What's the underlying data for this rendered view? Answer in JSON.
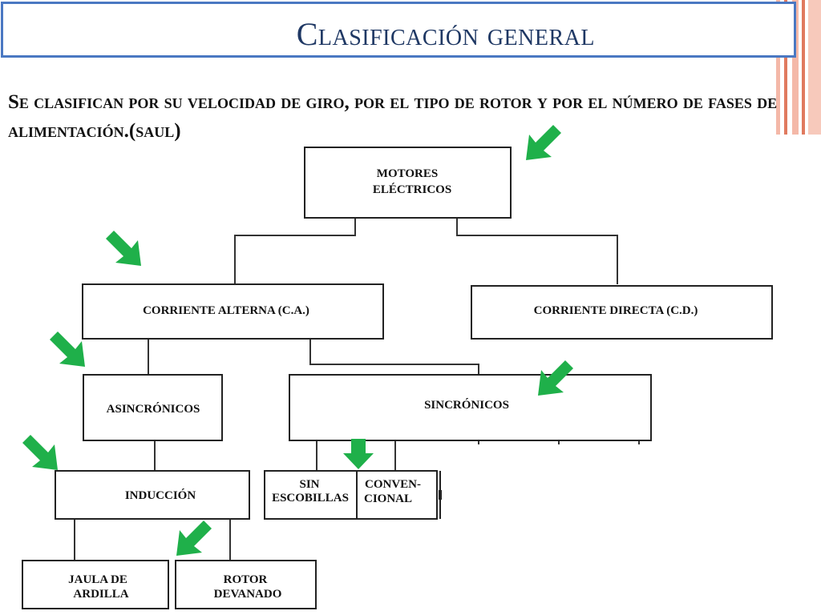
{
  "title": "Clasificación general",
  "subtitle": "Se clasifican por su velocidad de giro, por el tipo de rotor y por el número de fases de alimentación.(saul)",
  "colors": {
    "title": "#1f3864",
    "title_border": "#4a78c2",
    "arrow": "#1fb04a",
    "stripe_a": "#f4b8a8",
    "stripe_b": "#e07a5f"
  },
  "nodes": {
    "motores_l1": "MOTORES",
    "motores_l2": "ELÉCTRICOS",
    "ca": "CORRIENTE ALTERNA (C.A.)",
    "cd": "CORRIENTE DIRECTA (C.D.)",
    "asincronicos": "ASINCRÓNICOS",
    "sincronicos": "SINCRÓNICOS",
    "induccion": "INDUCCIÓN",
    "sin_l1": "SIN",
    "sin_l2": "ESCOBILLAS",
    "conv_l1": "CONVEN-",
    "conv_l2": "CIONAL",
    "jaula_l1": "JAULA DE",
    "jaula_l2": "ARDILLA",
    "rotor_l1": "ROTOR",
    "rotor_l2": "DEVANADO"
  },
  "icons": [
    "arrow-icon"
  ]
}
